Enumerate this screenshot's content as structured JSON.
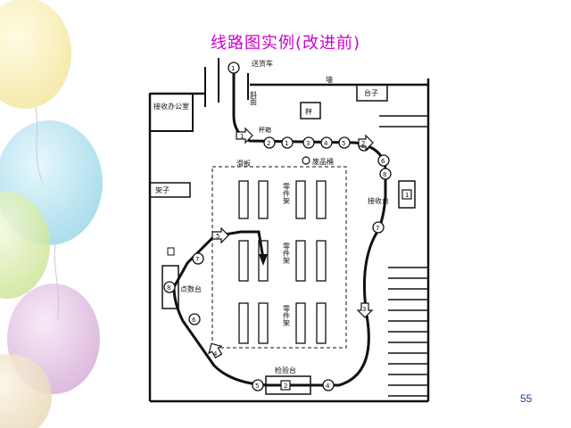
{
  "slide": {
    "title": "线路图实例(改进前)",
    "page_number": "55"
  },
  "diagram": {
    "labels": {
      "delivery_truck": "送货车",
      "wall": "墙",
      "ramp": "斜面",
      "receiving_office": "接收办公室",
      "platform_top": "台子",
      "scale": "秤",
      "scale_box": "秤箱",
      "flat_board": "滑板",
      "waste_bin": "废品桶",
      "shelf": "架子",
      "parts_rack": "零件架",
      "receiving_table": "接收台",
      "counting_table": "点数台",
      "inspection_table": "检验台"
    },
    "circle_steps": [
      "1",
      "2",
      "1",
      "3",
      "4",
      "5",
      "2",
      "6",
      "8",
      "7",
      "7",
      "8",
      "6",
      "5",
      "4"
    ],
    "square_steps": [
      "1",
      "2"
    ],
    "arrow_steps": [
      "1",
      "2",
      "3",
      "4",
      "5"
    ]
  },
  "colors": {
    "title": "#cc00cc",
    "line": "#111111",
    "page_number": "#1f3f9f"
  }
}
